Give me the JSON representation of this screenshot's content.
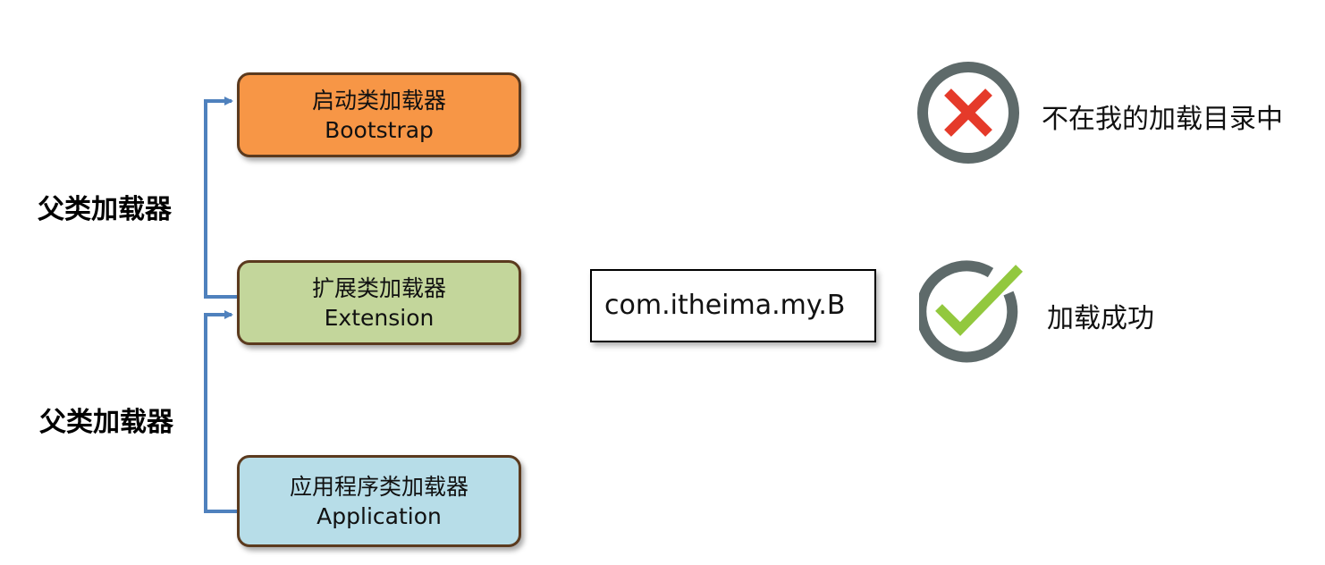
{
  "loaders": {
    "bootstrap": {
      "name": "启动类加载器",
      "english": "Bootstrap"
    },
    "extension": {
      "name": "扩展类加载器",
      "english": "Extension"
    },
    "application": {
      "name": "应用程序类加载器",
      "english": "Application"
    }
  },
  "parent_labels": [
    "父类加载器",
    "父类加载器"
  ],
  "class_name": "com.itheima.my.B",
  "results": {
    "fail": {
      "icon": "x-circle-icon",
      "text": "不在我的加载目录中"
    },
    "success": {
      "icon": "check-circle-icon",
      "text": "加载成功"
    }
  },
  "colors": {
    "bootstrap_fill": "#f79646",
    "extension_fill": "#c3d69b",
    "application_fill": "#b7dde8",
    "box_border": "#5b3a1e",
    "arrow": "#4f81bd",
    "fail_mark": "#e53a2a",
    "success_mark": "#92c83e",
    "ring": "#5e6a6a"
  }
}
